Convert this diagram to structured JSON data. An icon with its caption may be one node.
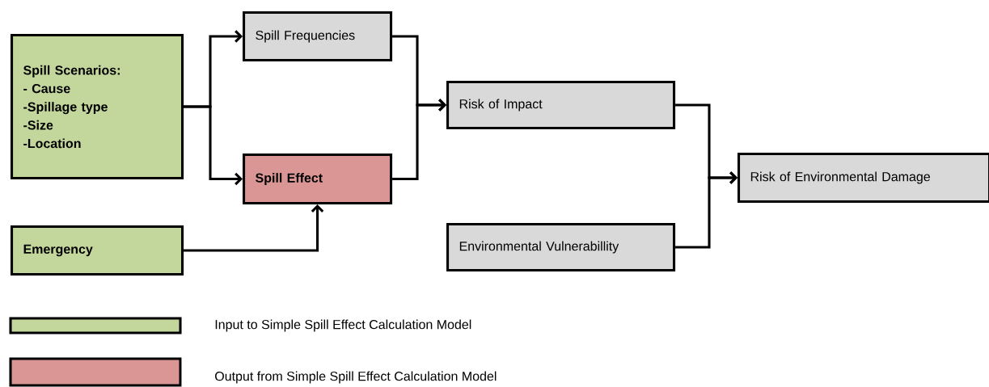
{
  "diagram": {
    "nodes": [
      {
        "text": [
          "Spill Scenarios:",
          "- Cause",
          "-Spillage type",
          "-Size",
          "-Location"
        ]
      },
      {
        "text": [
          "Spill Frequencies"
        ]
      },
      {
        "text": [
          "Spill Effect"
        ]
      },
      {
        "text": [
          "Emergency"
        ]
      },
      {
        "text": [
          "Risk of Impact"
        ]
      },
      {
        "text": [
          "Environmental Vulnerabillity"
        ]
      },
      {
        "text": [
          "Risk of Environmental Damage"
        ]
      }
    ],
    "edges": [
      {
        "from": 0,
        "to": 1,
        "arrow": "to"
      },
      {
        "from": 0,
        "to": 2,
        "arrow": "to"
      },
      {
        "from": 3,
        "to": 2,
        "arrow": "to"
      },
      {
        "from": 1,
        "to": 4,
        "arrow": "to"
      },
      {
        "from": 2,
        "to": 4,
        "arrow": "to"
      },
      {
        "from": 4,
        "to": 6,
        "arrow": "to"
      },
      {
        "from": 5,
        "to": 6,
        "arrow": "to"
      }
    ],
    "legend": [
      {
        "text": "Input to Simple Spill Effect Calculation Model",
        "color": "#c3d69b"
      },
      {
        "text": "Output from Simple Spill Effect Calculation Model",
        "color": "#da9694"
      }
    ]
  }
}
